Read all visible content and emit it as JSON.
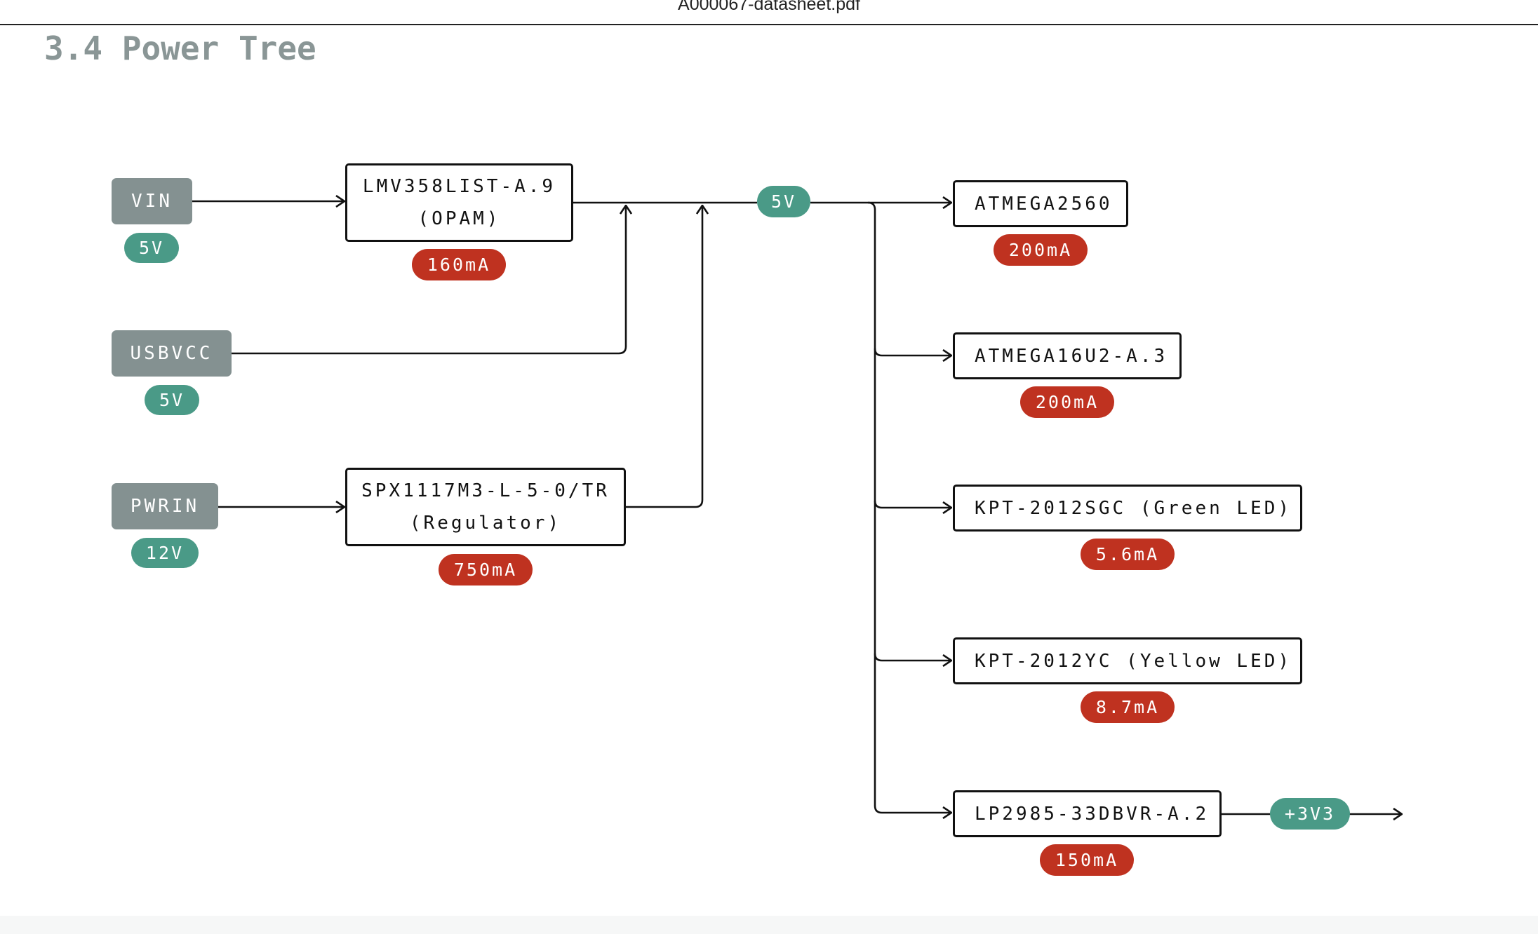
{
  "window": {
    "title": "A000067-datasheet.pdf"
  },
  "section": {
    "title": "3.4 Power Tree"
  },
  "colors": {
    "source": "#849191",
    "voltage": "#4a9a87",
    "current": "#bf3220",
    "line": "#111111"
  },
  "diagram": {
    "sources": {
      "vin": {
        "label": "VIN",
        "voltage": "5V"
      },
      "usbvcc": {
        "label": "USBVCC",
        "voltage": "5V"
      },
      "pwrin": {
        "label": "PWRIN",
        "voltage": "12V"
      }
    },
    "converters": {
      "opamp": {
        "line1": "LMV358LIST-A.9",
        "line2": "(OPAM)",
        "current": "160mA"
      },
      "regulator": {
        "line1": "SPX1117M3-L-5-0/TR",
        "line2": "(Regulator)",
        "current": "750mA"
      }
    },
    "bus": {
      "label": "5V"
    },
    "loads": {
      "atmega2560": {
        "label": "ATMEGA2560",
        "current": "200mA"
      },
      "atmega16u2": {
        "label": "ATMEGA16U2-A.3",
        "current": "200mA"
      },
      "green_led": {
        "label": "KPT-2012SGC (Green LED)",
        "current": "5.6mA"
      },
      "yellow_led": {
        "label": "KPT-2012YC (Yellow LED)",
        "current": "8.7mA"
      },
      "ldo": {
        "label": "LP2985-33DBVR-A.2",
        "current": "150mA"
      }
    },
    "output": {
      "label": "+3V3"
    }
  }
}
